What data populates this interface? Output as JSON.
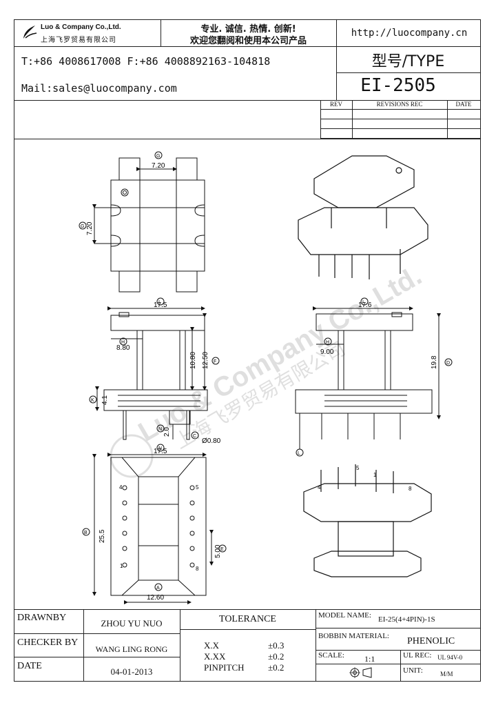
{
  "header": {
    "company_name": "Luo & Company Co.,Ltd.",
    "company_cn": "上海飞罗贸易有限公司",
    "slogan_line1": "专业. 诚信. 热情. 创新!",
    "slogan_line2": "欢迎您翻阅和使用本公司产品",
    "website": "http://luocompany.cn",
    "phone_fax": "T:+86 4008617008 F:+86 4008892163-104818",
    "email": "Mail:sales@luocompany.com",
    "type_label": "型号/TYPE",
    "type_value": "EI-2505"
  },
  "revisions": {
    "col_rev": "REV",
    "col_rec": "REVISIONS REC",
    "col_date": "DATE"
  },
  "watermark": {
    "en": "Luo & Company Co.,Ltd.",
    "cn": "上海飞罗贸易有限公司"
  },
  "dimensions": {
    "g_top": "7.20",
    "g_side": "7.20",
    "w_front": "17.5",
    "h_front": "8.80",
    "d_front": "10.80",
    "f_front": "12.50",
    "k_front": "4.1",
    "n_front": "2.0",
    "c_front": "Ø0.80",
    "w_side": "17.6",
    "h_side": "9.00",
    "d_side": "19.8",
    "w_bottom": "17.5",
    "b_bottom": "25.5",
    "e_bottom": "5.00",
    "a_bottom": "12.60",
    "pin_4": "4",
    "pin_5": "5",
    "pin_1": "1",
    "pin_8": "8",
    "iso_5": "5",
    "iso_1": "1",
    "iso_4": "4",
    "iso_8": "8"
  },
  "markers": {
    "G": "G",
    "F": "F",
    "H": "H",
    "D": "D",
    "K": "K",
    "N": "N",
    "C": "C",
    "I": "I",
    "B": "B",
    "E": "E",
    "A": "A",
    "L": "L"
  },
  "titleblock": {
    "drawnby_label": "DRAWNBY",
    "drawnby_value": "ZHOU YU NUO",
    "checker_label": "CHECKER BY",
    "checker_value": "WANG LING RONG",
    "date_label": "DATE",
    "date_value": "04-01-2013",
    "tolerance_label": "TOLERANCE",
    "tol1_name": "X.X",
    "tol1_value": "±0.3",
    "tol2_name": "X.XX",
    "tol2_value": "±0.2",
    "tol3_name": "PINPITCH",
    "tol3_value": "±0.2",
    "model_label": "MODEL NAME:",
    "model_value": "EI-25(4+4PIN)-1S",
    "material_label": "BOBBIN MATERIAL:",
    "material_value": "PHENOLIC",
    "scale_label": "SCALE:",
    "scale_value": "1:1",
    "ul_label": "UL REC:",
    "ul_value": "UL 94V-0",
    "unit_label": "UNIT:",
    "unit_value": "M/M"
  }
}
